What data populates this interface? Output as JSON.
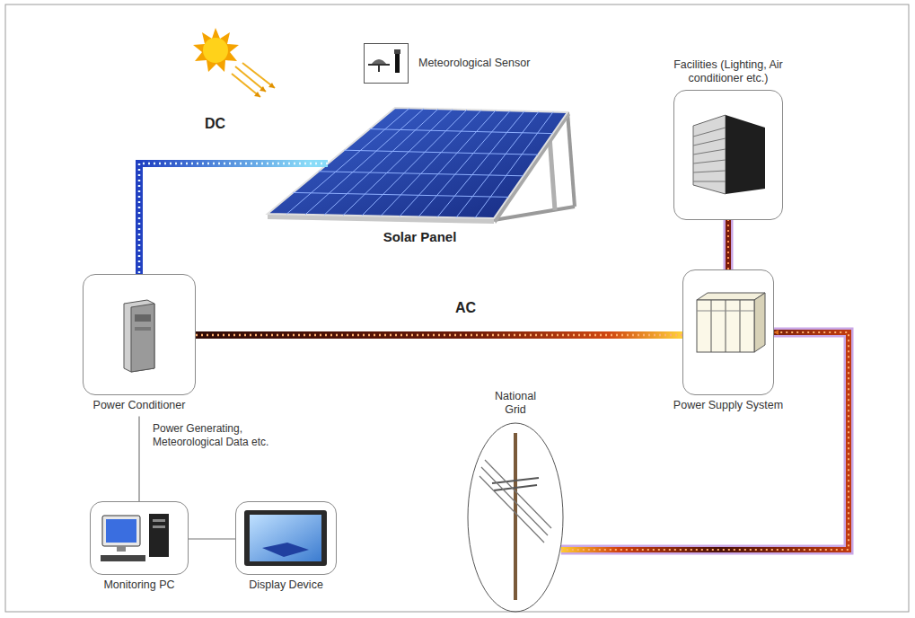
{
  "diagram": {
    "nodes": [
      {
        "text": [
          "Meteorological Sensor"
        ]
      },
      {
        "text": [
          "Solar Panel"
        ]
      },
      {
        "text": [
          "Facilities (Lighting, Air conditioner etc.)"
        ]
      },
      {
        "text": [
          "Power Conditioner"
        ]
      },
      {
        "text": [
          "Power Supply System"
        ]
      },
      {
        "text": [
          "National Grid"
        ]
      },
      {
        "text": [
          "Monitoring PC"
        ]
      },
      {
        "text": [
          "Display Device"
        ]
      }
    ],
    "edges": [
      {
        "from": 1,
        "to": 3,
        "label": "DC",
        "arrow": "none"
      },
      {
        "from": 3,
        "to": 4,
        "label": "AC",
        "arrow": "none"
      },
      {
        "from": 4,
        "to": 2,
        "arrow": "none"
      },
      {
        "from": 5,
        "to": 4,
        "arrow": "to"
      },
      {
        "from": 3,
        "to": 6,
        "label": "Power Generating, Meteorological Data etc.",
        "arrow": "none"
      },
      {
        "from": 6,
        "to": 7,
        "arrow": "none"
      }
    ]
  }
}
